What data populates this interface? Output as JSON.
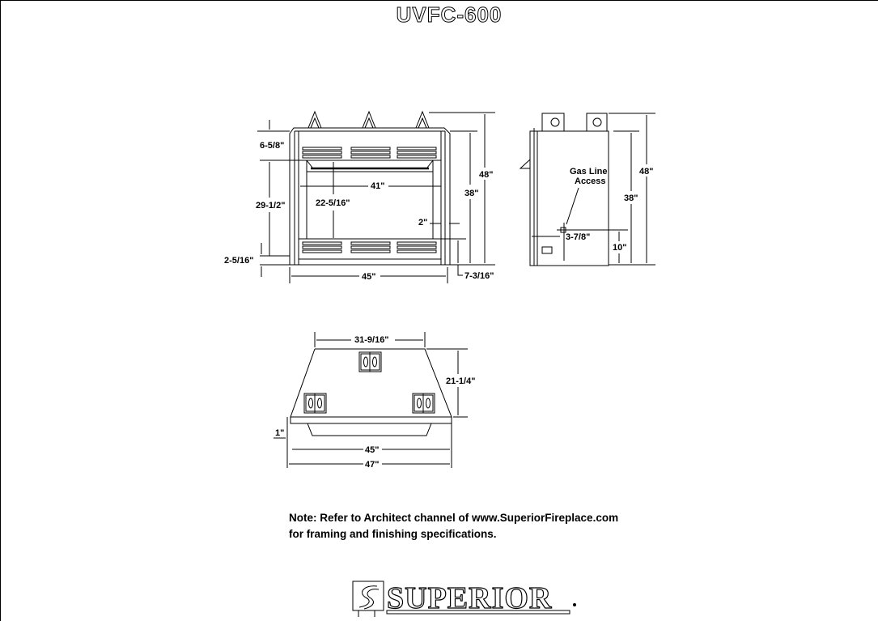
{
  "title": "UVFC-600",
  "front_view": {
    "dimensions": {
      "top_height": "6-5/8\"",
      "opening_height_left": "29-1/2\"",
      "bottom_offset": "2-5/16\"",
      "opening_width": "41\"",
      "opening_height": "22-5/16\"",
      "side_gap": "2\"",
      "overall_height_inner": "38\"",
      "overall_height": "48\"",
      "bottom_right": "7-3/16\"",
      "overall_width": "45\""
    }
  },
  "side_view": {
    "label_line1": "Gas Line",
    "label_line2": "Access",
    "dimensions": {
      "overall_height": "48\"",
      "body_height": "38\"",
      "gas_height": "10\"",
      "gas_depth": "3-7/8\""
    }
  },
  "top_view": {
    "dimensions": {
      "back_width": "31-9/16\"",
      "depth": "21-1/4\"",
      "front_offset": "1\"",
      "inner_width": "45\"",
      "overall_width": "47\""
    }
  },
  "note": {
    "line1": "Note: Refer to Architect channel of www.SuperiorFireplace.com",
    "line2": "for framing and finishing specifications."
  },
  "logo": {
    "brand": "SUPERIOR"
  }
}
